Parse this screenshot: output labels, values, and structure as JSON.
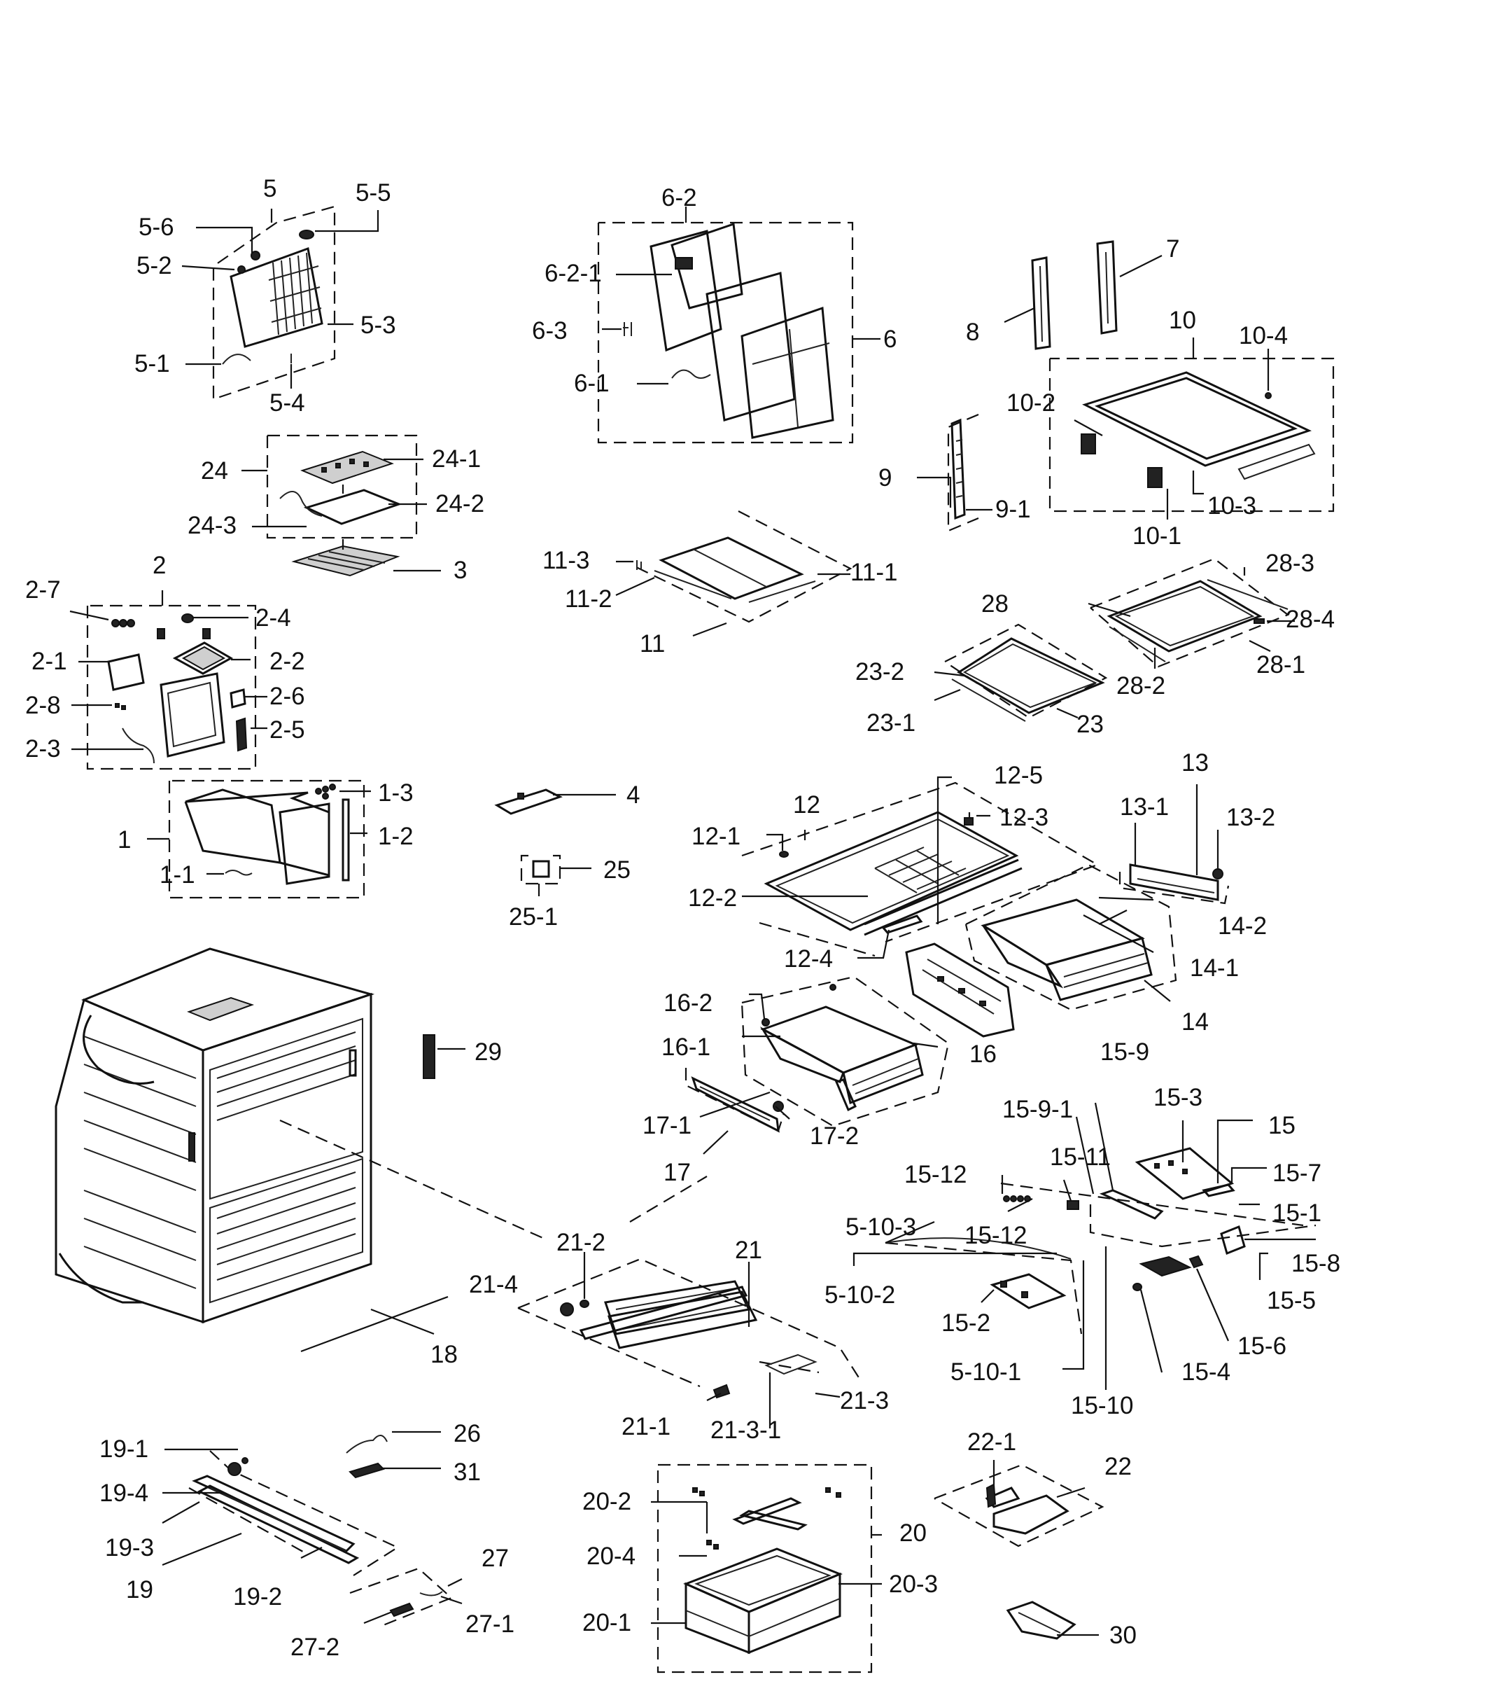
{
  "diagram": {
    "labels": {
      "p5": "5",
      "p5_5": "5-5",
      "p5_6": "5-6",
      "p5_2": "5-2",
      "p5_3": "5-3",
      "p5_1": "5-1",
      "p5_4": "5-4",
      "p6_2": "6-2",
      "p6_2_1": "6-2-1",
      "p6_3": "6-3",
      "p6": "6",
      "p6_1": "6-1",
      "p7": "7",
      "p8": "8",
      "p10": "10",
      "p10_4": "10-4",
      "p10_2": "10-2",
      "p9": "9",
      "p9_1": "9-1",
      "p10_3": "10-3",
      "p10_1": "10-1",
      "p24": "24",
      "p24_1": "24-1",
      "p24_2": "24-2",
      "p24_3": "24-3",
      "p3": "3",
      "p11_3": "11-3",
      "p11_1": "11-1",
      "p11_2": "11-2",
      "p11": "11",
      "p28_3": "28-3",
      "p28": "28",
      "p28_4": "28-4",
      "p28_1": "28-1",
      "p28_2": "28-2",
      "p23_2": "23-2",
      "p23_1": "23-1",
      "p23": "23",
      "p2": "2",
      "p2_7": "2-7",
      "p2_4": "2-4",
      "p2_1": "2-1",
      "p2_2": "2-2",
      "p2_6": "2-6",
      "p2_8": "2-8",
      "p2_5": "2-5",
      "p2_3": "2-3",
      "p1_3": "1-3",
      "p1_2": "1-2",
      "p1": "1",
      "p1_1": "1-1",
      "p4": "4",
      "p25": "25",
      "p25_1": "25-1",
      "p12_5": "12-5",
      "p12": "12",
      "p12_3": "12-3",
      "p12_1": "12-1",
      "p12_2": "12-2",
      "p12_4": "12-4",
      "p13": "13",
      "p13_1": "13-1",
      "p13_2": "13-2",
      "p14_2": "14-2",
      "p14_1": "14-1",
      "p14": "14",
      "p16_2": "16-2",
      "p16_1": "16-1",
      "p16": "16",
      "p17_1": "17-1",
      "p17_2": "17-2",
      "p17": "17",
      "p29": "29",
      "p15_9": "15-9",
      "p15_9_1": "15-9-1",
      "p15_3": "15-3",
      "p15": "15",
      "p15_11": "15-11",
      "p15_7": "15-7",
      "p15_12a": "15-12",
      "p15_1": "15-1",
      "p5_10_3": "5-10-3",
      "p15_12b": "15-12",
      "p15_8": "15-8",
      "p5_10_2": "5-10-2",
      "p15_5": "15-5",
      "p15_2": "15-2",
      "p15_6": "15-6",
      "p5_10_1": "5-10-1",
      "p15_4": "15-4",
      "p15_10": "15-10",
      "p21_2": "21-2",
      "p21": "21",
      "p21_4": "21-4",
      "p18": "18",
      "p21_3": "21-3",
      "p21_1": "21-1",
      "p21_3_1": "21-3-1",
      "p19_1": "19-1",
      "p26": "26",
      "p31": "31",
      "p19_4": "19-4",
      "p19_3": "19-3",
      "p19": "19",
      "p19_2": "19-2",
      "p27": "27",
      "p27_1": "27-1",
      "p27_2": "27-2",
      "p22_1": "22-1",
      "p22": "22",
      "p20_2": "20-2",
      "p20": "20",
      "p20_4": "20-4",
      "p20_3": "20-3",
      "p20_1": "20-1",
      "p30": "30"
    }
  }
}
